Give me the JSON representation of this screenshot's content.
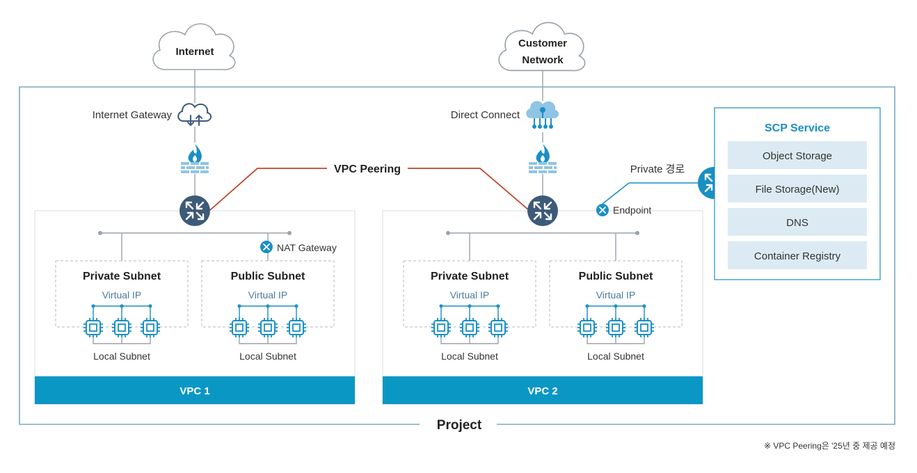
{
  "clouds": {
    "internet": "Internet",
    "customer_line1": "Customer",
    "customer_line2": "Network"
  },
  "labels": {
    "internet_gateway": "Internet Gateway",
    "direct_connect": "Direct Connect",
    "vpc_peering": "VPC Peering",
    "private_route": "Private 경로",
    "endpoint": "Endpoint",
    "nat_gateway": "NAT Gateway"
  },
  "vpcs": [
    {
      "name": "VPC 1",
      "subnets": [
        {
          "title": "Private Subnet",
          "virtual_ip": "Virtual IP",
          "local": "Local Subnet"
        },
        {
          "title": "Public Subnet",
          "virtual_ip": "Virtual IP",
          "local": "Local Subnet"
        }
      ]
    },
    {
      "name": "VPC 2",
      "subnets": [
        {
          "title": "Private Subnet",
          "virtual_ip": "Virtual IP",
          "local": "Local Subnet"
        },
        {
          "title": "Public Subnet",
          "virtual_ip": "Virtual IP",
          "local": "Local Subnet"
        }
      ]
    }
  ],
  "scp_service": {
    "title": "SCP Service",
    "items": [
      "Object Storage",
      "File Storage(New)",
      "DNS",
      "Container Registry"
    ]
  },
  "project_label": "Project",
  "footnote": "※ VPC Peering은 '25년 중 제공 예정",
  "colors": {
    "vpc_bar": "#0b97c4",
    "router": "#3d5a78",
    "peering_line": "#c0452a",
    "accent_blue": "#1a8fc4",
    "service_item_bg": "#dcebf3",
    "frame_border": "#7aa9c4"
  },
  "icons": [
    "cloud-icon",
    "internet-gateway-icon",
    "direct-connect-icon",
    "firewall-icon",
    "router-icon",
    "endpoint-icon",
    "nat-gateway-icon",
    "chip-icon"
  ]
}
